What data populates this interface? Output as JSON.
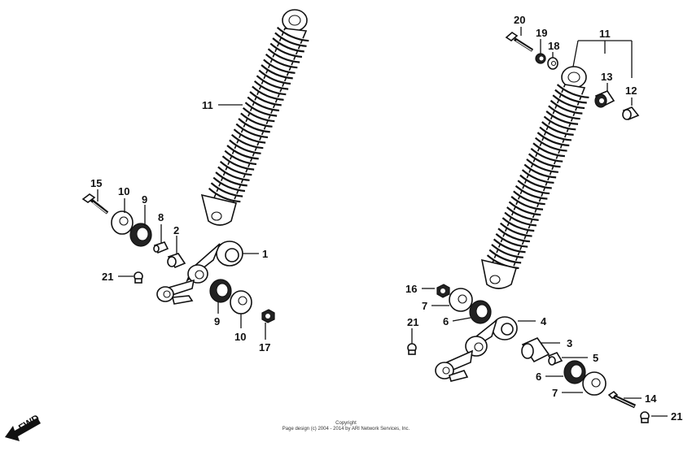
{
  "copyright": {
    "line1": "Copyright",
    "line2": "Page design (c) 2004 - 2014 by ARI Network Services, Inc."
  },
  "direction_marker": "FWD",
  "callouts": {
    "left_shock": "11",
    "left_bolt": "15",
    "left_washer_outer": "10",
    "left_seal_outer": "9",
    "left_spacer_small": "8",
    "left_collar": "2",
    "left_arm": "1",
    "left_grease_fitting": "21",
    "left_seal_inner": "9",
    "left_washer_inner": "10",
    "left_nut": "17",
    "right_bolt_top": "20",
    "right_washer_small": "19",
    "right_washer_flat": "18",
    "right_shock": "11",
    "right_bushing": "13",
    "right_collar": "12",
    "right_nut": "16",
    "right_washer_upper": "7",
    "right_seal_upper": "6",
    "right_arm": "4",
    "right_grease_fitting": "21",
    "right_spacer": "3",
    "right_spacer_small": "5",
    "right_seal_lower": "6",
    "right_washer_lower": "7",
    "right_bolt_lower": "14",
    "right_grease_fitting_lower": "21"
  }
}
